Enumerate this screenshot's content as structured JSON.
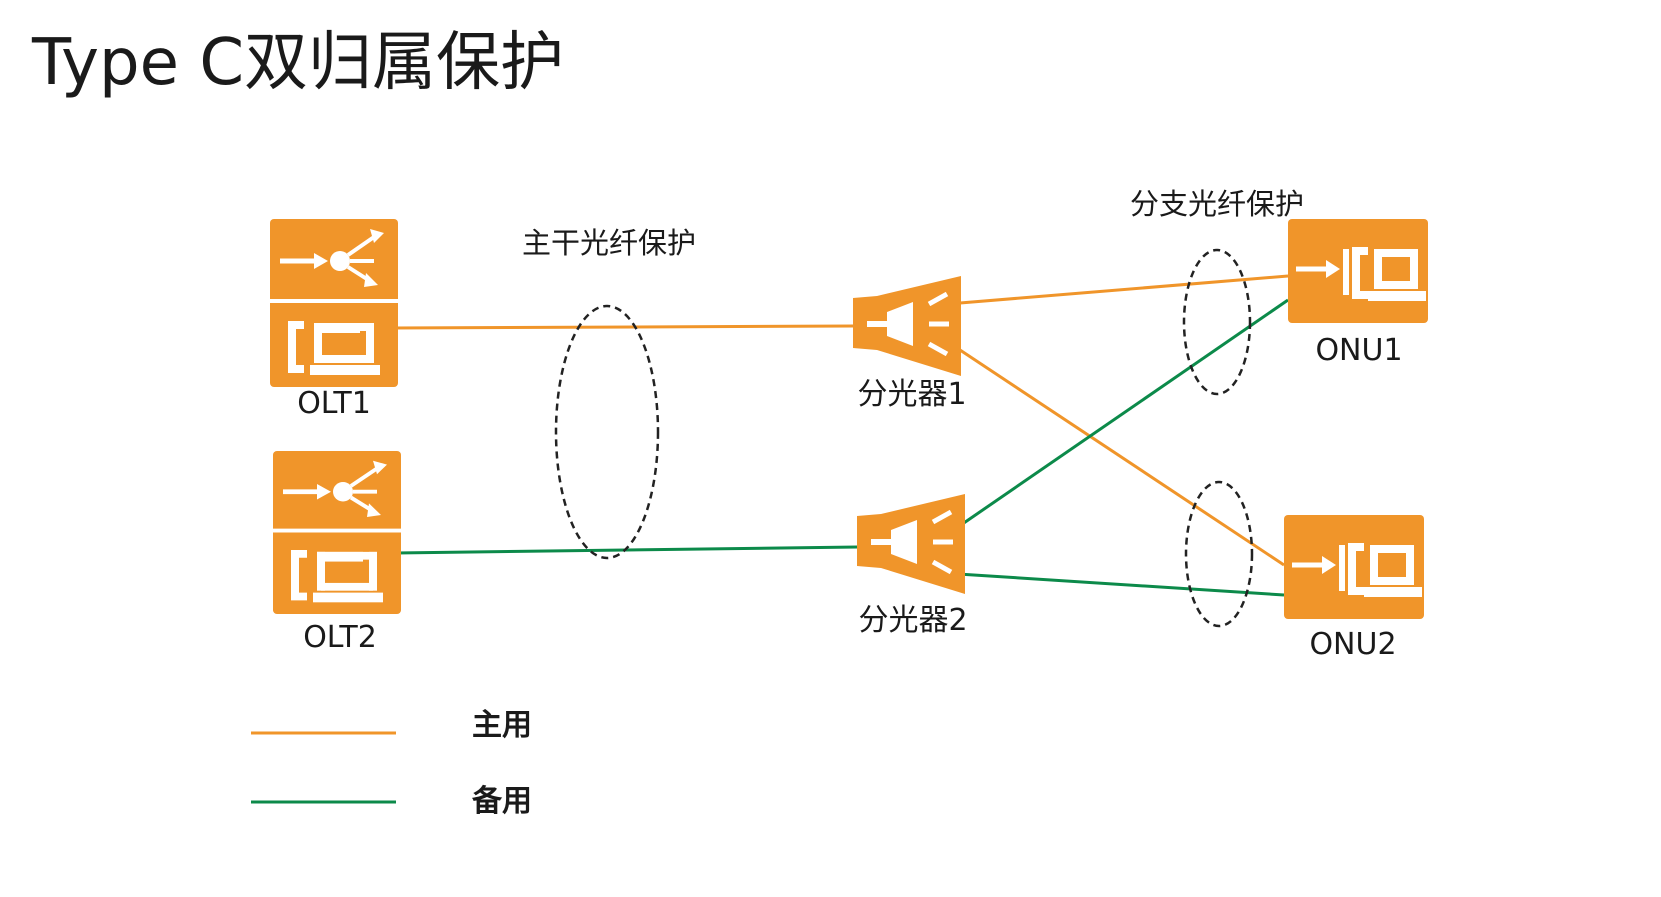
{
  "title": "Type C双归属保护",
  "colors": {
    "primary": "#f0952a",
    "backup": "#0c8a4a",
    "device": "#f0952a",
    "ring": "#222222"
  },
  "annotations": {
    "trunk": "主干光纤保护",
    "branch": "分支光纤保护"
  },
  "devices": {
    "olt1": {
      "label": "OLT1",
      "icon": "olt-icon"
    },
    "olt2": {
      "label": "OLT2",
      "icon": "olt-icon"
    },
    "splitter1": {
      "label": "分光器1",
      "icon": "splitter-icon"
    },
    "splitter2": {
      "label": "分光器2",
      "icon": "splitter-icon"
    },
    "onu1": {
      "label": "ONU1",
      "icon": "onu-icon"
    },
    "onu2": {
      "label": "ONU2",
      "icon": "onu-icon"
    }
  },
  "links": [
    {
      "from": "OLT1",
      "to": "分光器1",
      "type": "primary"
    },
    {
      "from": "OLT2",
      "to": "分光器2",
      "type": "backup"
    },
    {
      "from": "分光器1",
      "to": "ONU1",
      "type": "primary"
    },
    {
      "from": "分光器1",
      "to": "ONU2",
      "type": "primary"
    },
    {
      "from": "分光器2",
      "to": "ONU1",
      "type": "backup"
    },
    {
      "from": "分光器2",
      "to": "ONU2",
      "type": "backup"
    }
  ],
  "legend": {
    "primary_label": "主用",
    "backup_label": "备用"
  }
}
